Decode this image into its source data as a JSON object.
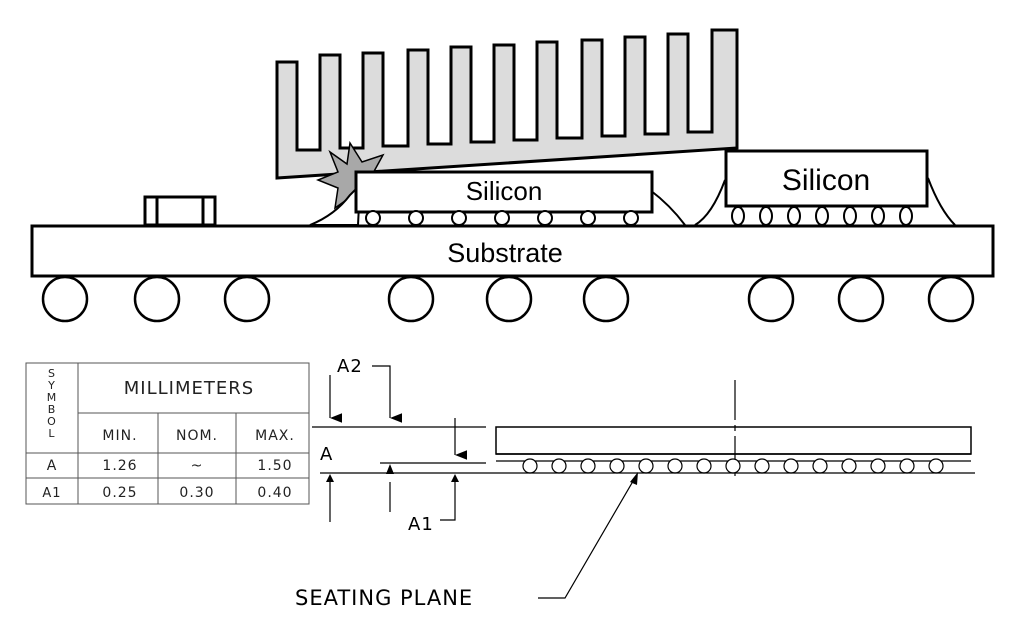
{
  "diagram": {
    "silicon_tilted_label": "Silicon",
    "silicon_right_label": "Silicon",
    "substrate_label": "Substrate"
  },
  "table": {
    "symbol_header": [
      "S",
      "Y",
      "M",
      "B",
      "O",
      "L"
    ],
    "units_header": "MILLIMETERS",
    "col_headers": [
      "MIN.",
      "NOM.",
      "MAX."
    ],
    "rows": [
      {
        "symbol": "A",
        "min": "1.26",
        "nom": "~",
        "max": "1.50"
      },
      {
        "symbol": "A1",
        "min": "0.25",
        "nom": "0.30",
        "max": "0.40"
      }
    ]
  },
  "dimensions": {
    "a2_label": "A2",
    "a_label": "A",
    "a1_label": "A1",
    "seating_plane_label": "SEATING PLANE"
  }
}
